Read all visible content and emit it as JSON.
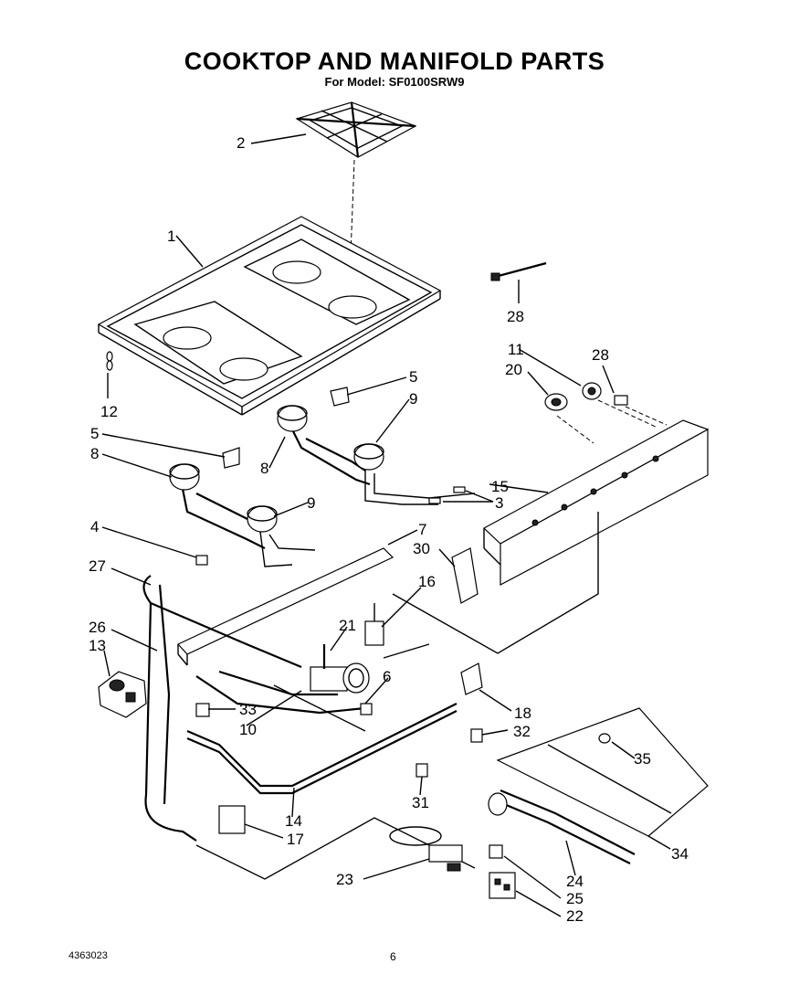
{
  "title": "COOKTOP AND MANIFOLD PARTS",
  "subtitle": "For Model: SF0100SRW9",
  "footer": {
    "doc_number": "4363023",
    "page_number": "6"
  },
  "callouts": [
    "1",
    "2",
    "3",
    "4",
    "5",
    "5",
    "6",
    "7",
    "8",
    "8",
    "9",
    "9",
    "10",
    "11",
    "12",
    "13",
    "14",
    "15",
    "16",
    "17",
    "18",
    "20",
    "21",
    "22",
    "23",
    "24",
    "25",
    "26",
    "27",
    "28",
    "28",
    "30",
    "31",
    "32",
    "33",
    "34",
    "35"
  ]
}
